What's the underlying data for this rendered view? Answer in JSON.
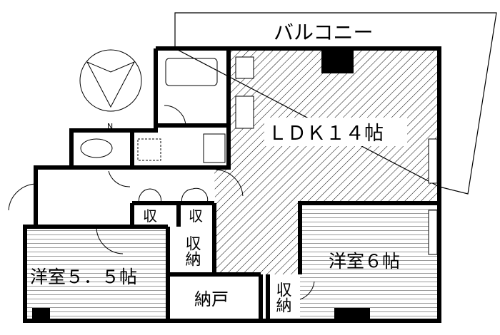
{
  "plan": {
    "balcony": "バルコニー",
    "ldk": "ＬＤＫ１４帖",
    "room_western_6": "洋室６帖",
    "room_western_55": "洋室５．５帖",
    "storeroom": "納戸",
    "closet_1": "収納",
    "closet_2": "収納",
    "storage_1": "収",
    "storage_2": "収",
    "north": "N"
  },
  "colors": {
    "wall": "#000000",
    "background": "#ffffff"
  }
}
